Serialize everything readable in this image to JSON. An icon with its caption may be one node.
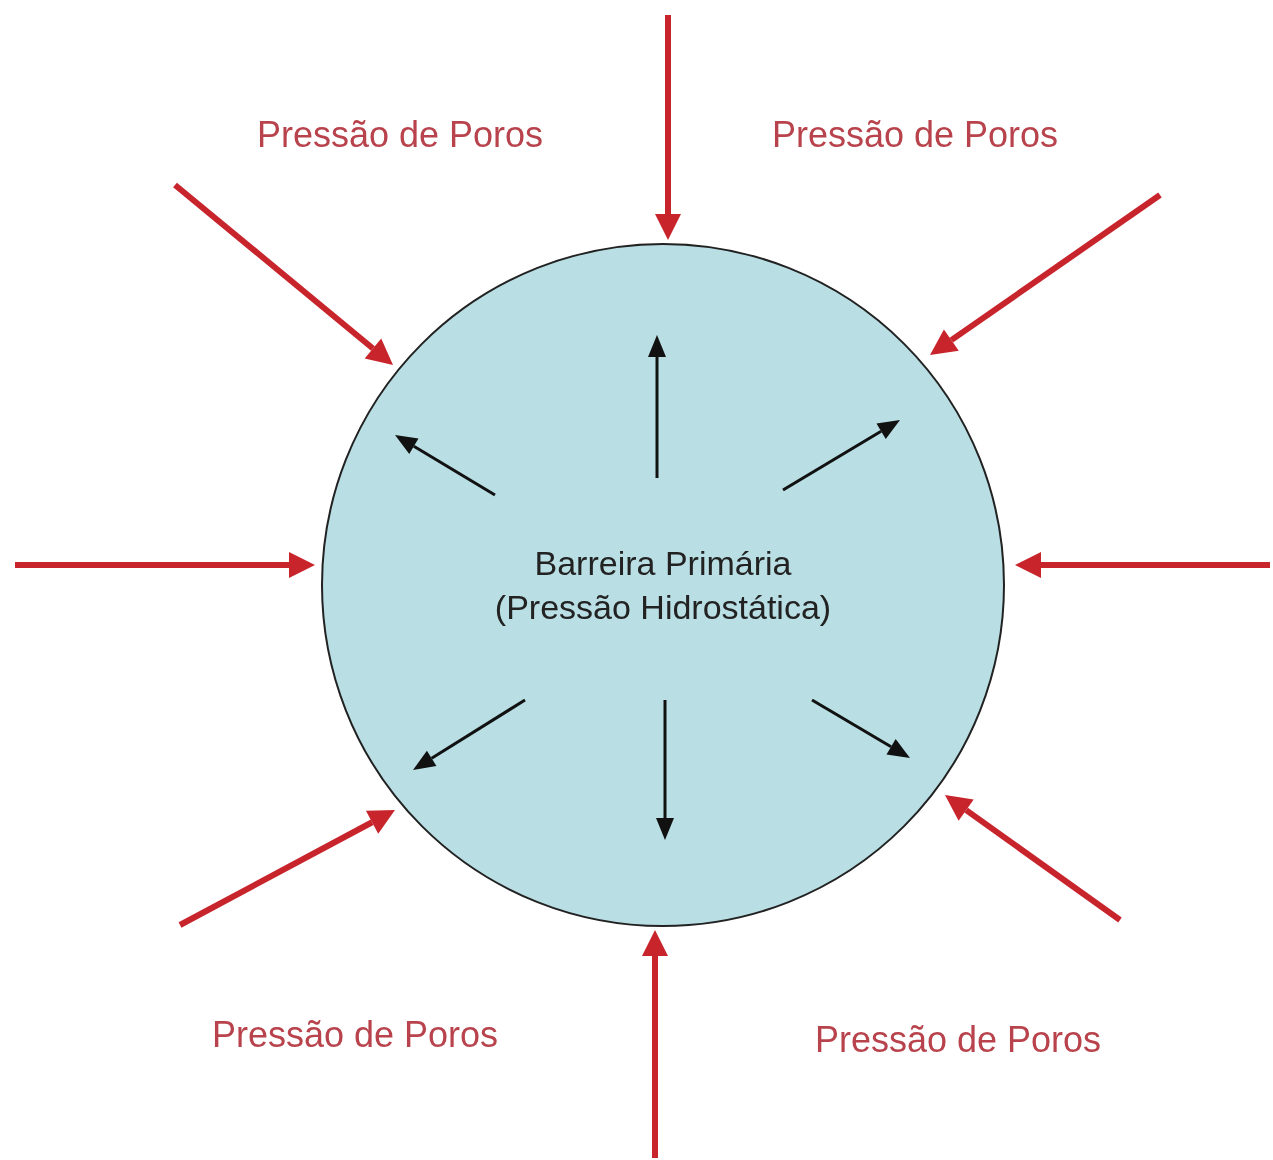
{
  "diagram": {
    "nodes": [
      {
        "text": [
          "Barreira Primária (Pressão Hidrostática)"
        ]
      }
    ],
    "labels": [
      "Pressão de Poros",
      "Pressão de Poros",
      "Pressão de Poros",
      "Pressão de Poros"
    ]
  }
}
